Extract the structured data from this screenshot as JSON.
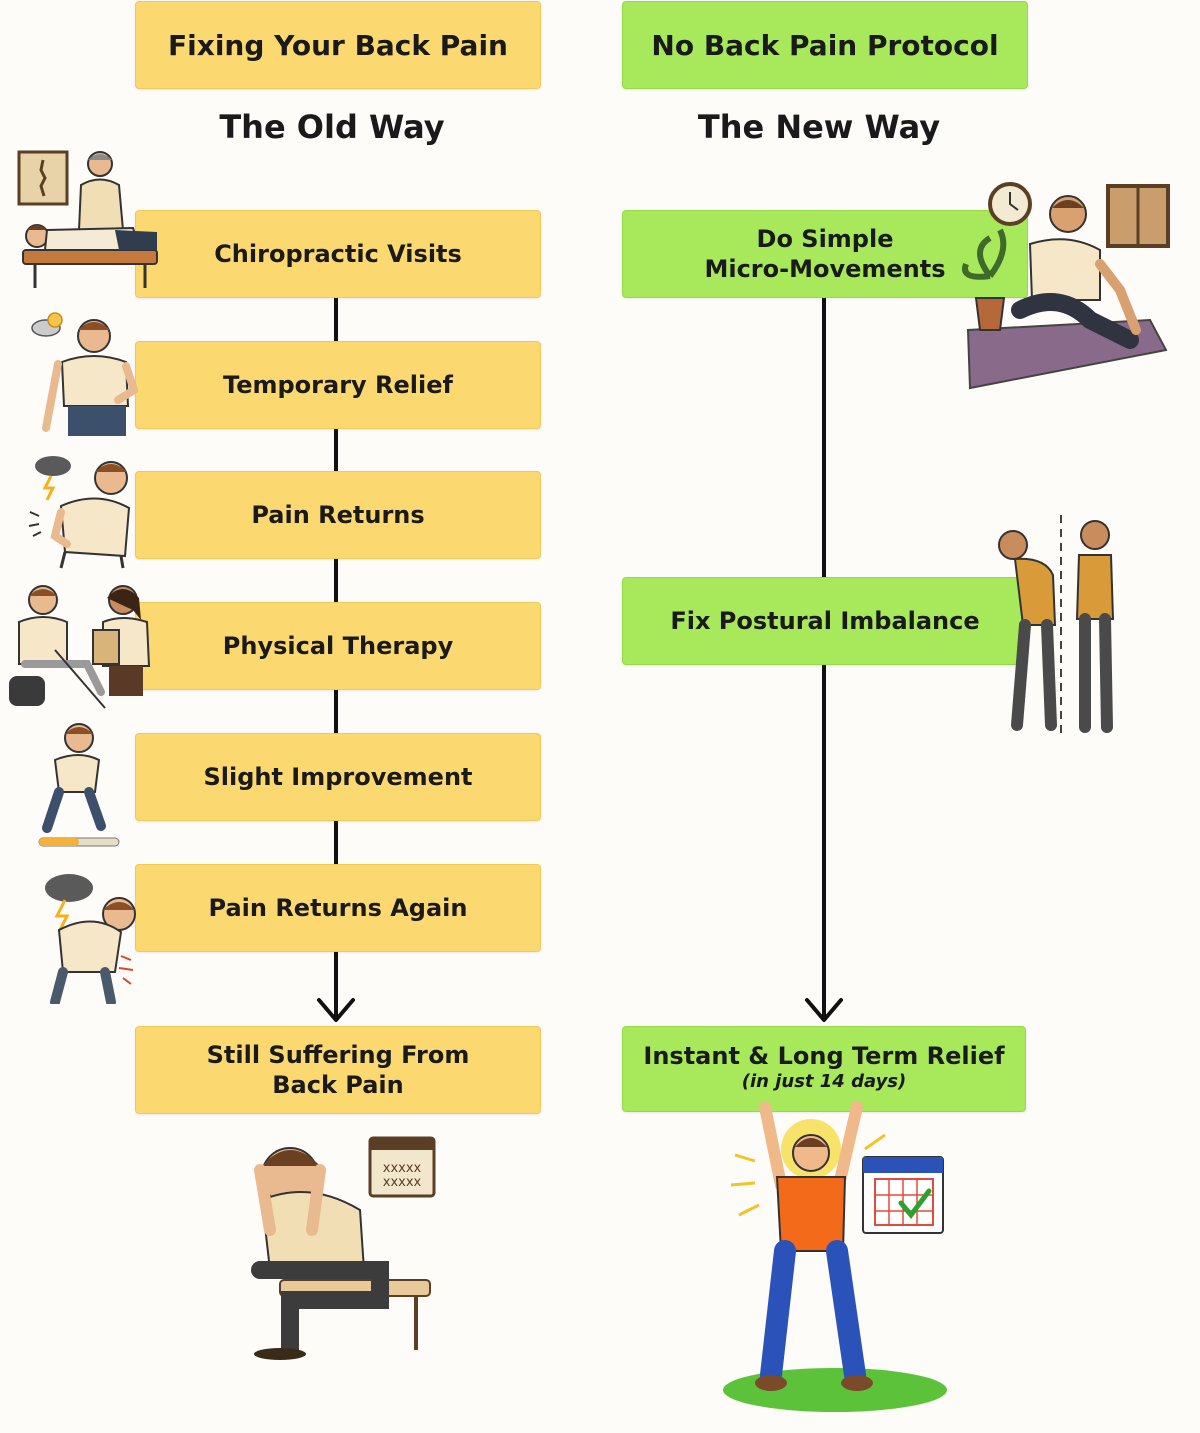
{
  "old": {
    "header": "Fixing Your Back Pain",
    "subtitle": "The Old Way",
    "steps": [
      "Chiropractic Visits",
      "Temporary Relief",
      "Pain Returns",
      "Physical Therapy",
      "Slight Improvement",
      "Pain Returns Again"
    ],
    "outcome_line1": "Still Suffering From",
    "outcome_line2": "Back Pain"
  },
  "new": {
    "header": "No Back Pain Protocol",
    "subtitle": "The New Way",
    "step1_line1": "Do Simple",
    "step1_line2": "Micro-Movements",
    "step2": "Fix Postural Imbalance",
    "outcome": "Instant & Long Term Relief",
    "outcome_note": "(in just 14 days)"
  },
  "colors": {
    "yellow": "#fcd970",
    "green": "#a8e95b",
    "arrow": "#111111"
  },
  "icons": [
    "chiropractor-illustration",
    "relief-illustration",
    "pain-illustration",
    "physical-therapy-illustration",
    "walking-illustration",
    "pain-again-illustration",
    "suffering-illustration",
    "micro-movements-illustration",
    "posture-illustration",
    "celebration-illustration"
  ]
}
